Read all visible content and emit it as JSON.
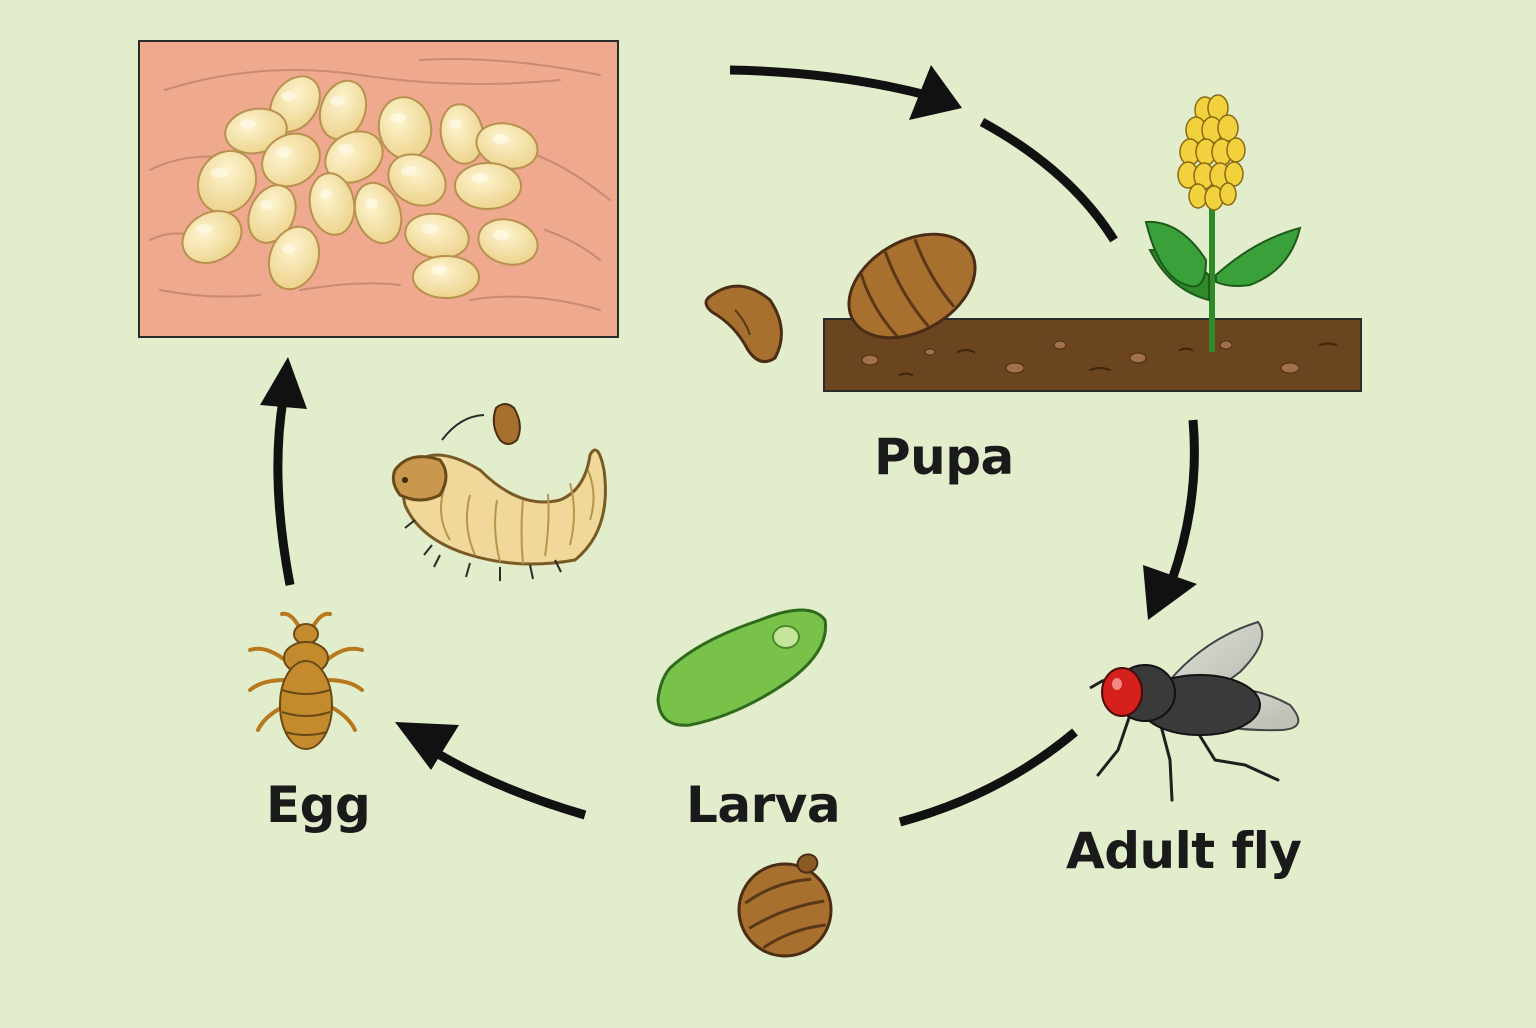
{
  "labels": {
    "pupa": "Pupa",
    "egg": "Egg",
    "larva": "Larva",
    "adult": "Adult fly"
  },
  "colors": {
    "background": "#e2edcc",
    "arrow": "#111111",
    "egg_fill": "#f3dfa0",
    "skin_panel": "#eea98e",
    "soil": "#6b4420",
    "pupa_brown": "#a8702f",
    "leaf_green": "#2f8a2a",
    "flower_yellow": "#f2d23c",
    "larva_cream": "#f0d79a",
    "cucumber_green": "#79c24a",
    "fly_eye_red": "#d6201c"
  },
  "icons": [
    "egg-cluster-icon",
    "pupa-on-soil-icon",
    "plant-icon",
    "larva-icon",
    "adult-fly-icon",
    "beetle-icon",
    "cucumber-icon"
  ]
}
